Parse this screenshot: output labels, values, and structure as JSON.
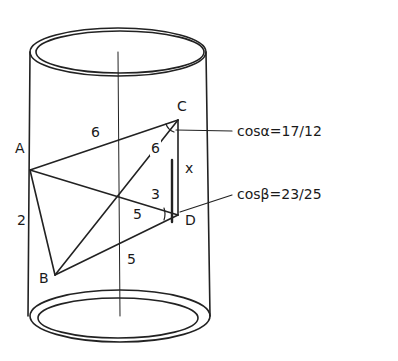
{
  "diagram": {
    "labels": [
      "A",
      "B",
      "C",
      "D",
      "6",
      "2",
      "6",
      "5",
      "5",
      "3",
      "x",
      "cosα=17/12",
      "cosβ=23/25"
    ]
  }
}
